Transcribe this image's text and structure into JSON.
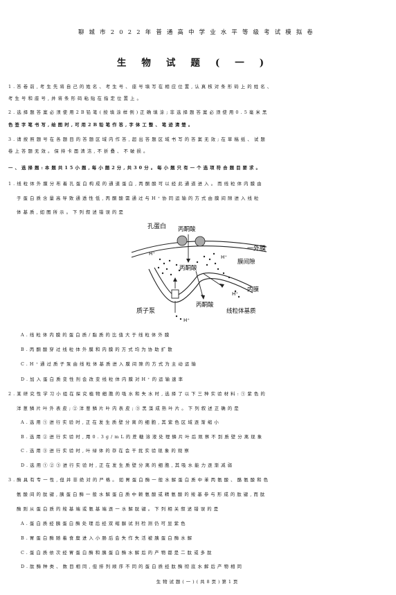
{
  "header": "聊城市2022年普通高中学业水平等级考试模拟卷",
  "title": "生物试题(一)",
  "instructions": [
    "1.答卷前,考生先将自己的姓名、考生号、座号填写在相应位置,认真核对条形码上的姓名、",
    "考生号和座号,并将条形码粘贴在指定位置上。",
    "2.选择题答案必须使用2B铅笔(按填涂样例)正确填涂;非选择题答案必须使用0.5毫米黑",
    "色签字笔书写,绘图时,可用2B铅笔作答,字体工整、笔迹清楚。",
    "3.请按照题号在各题目的答题区域内作答,超出答题区域书写的答案无效;在草稿纸、试题",
    "卷上答题无效。保持卡面清洁,不折叠、不破损。"
  ],
  "section": "一、选择题:本题共15小题,每小题2分,共30分。每小题只有一个选项符合题目要求。",
  "q1": {
    "stem": [
      "1.线粒体外膜分布着孔蛋白构成的通道蛋白,丙酮酸可以经此通道进入。而线粒体内膜由",
      "于蛋白质含量高导致通透性低,丙酮酸需通过与H⁺协同运输的方式由膜间隙进入线粒",
      "体基质,如图所示。下列叙述错误的是"
    ],
    "diagram_labels": {
      "porin": "孔蛋白",
      "pyruvate_top": "丙酮酸",
      "outer_membrane": "一外膜",
      "h_left": "H⁺",
      "h_right": "H⁺",
      "intermembrane": "膜间隙",
      "pyruvate_mid": "丙酮酸",
      "inner_membrane": "内膜",
      "h_inner": "H⁺",
      "proton_pump": "质子泵",
      "pyruvate_bottom": "丙酮酸",
      "matrix": "线粒体基质",
      "h_bottom": "H⁺"
    },
    "options": [
      "A.线粒体内膜的蛋白质/脂质的比值大于线粒体外膜",
      "B.丙酮酸穿过线粒体外膜和内膜的方式均为协助扩散",
      "C.H⁺通过质子泵由线粒体基质进入膜间隙的方式为主动运输",
      "D.加入蛋白质变性剂会改变线粒体内膜对H⁺的运输速率"
    ]
  },
  "q2": {
    "stem": [
      "2.某研究性学习小组在探究植物细胞的吸水和失水时,选择了以下三种实验材料:①紫色的",
      "洋葱鳞片叶外表皮;②洋葱鳞片叶内表皮;③黑藻成熟叶片。下列叙述正确的是"
    ],
    "options": [
      "A.选用①进行实验时,正在发生质壁分离的细胞,其紫色区域逐渐缩小",
      "B.选用②进行实验时,用0.3g/mL的蔗糖溶液处理鳞片叶后观察不到质壁分离现象",
      "C.选用③进行实验时,叶绿体的存在会干扰实验现象的观察",
      "D.选用①②③进行实验时,正在发生质壁分离的细胞,其吸水能力逐渐减弱"
    ]
  },
  "q3": {
    "stem": [
      "3.酶具有专一性,但并非绝对的严格。如胃蛋白酶一般水解蛋白质中苯丙氨酸、酪氨酸和色",
      "氨酸间的肽键,胰蛋白酶一般水解蛋白质中赖氨酸或精氨酸的羧基参与形成的肽键,而肽",
      "酶则从蛋白质的羧基端或氨基端逐一水解肽键。下列相关叙述错误的是"
    ],
    "options": [
      "A.蛋白质经胰蛋白酶处理后经双缩脲试剂检测仍可显紫色",
      "B.胃蛋白酶随着食糜进入小肠后会失作失活被胰蛋白酶水解",
      "C.蛋白质依次经胃蛋白酶和胰蛋白酶水解后的产物都是二肽或多肽",
      "D.肽酶种类、数目相同,但排列顺序不同的蛋白质经肽酶彻底水解后产物相同"
    ]
  },
  "footer": "生物试题(一)(共8页)第1页"
}
